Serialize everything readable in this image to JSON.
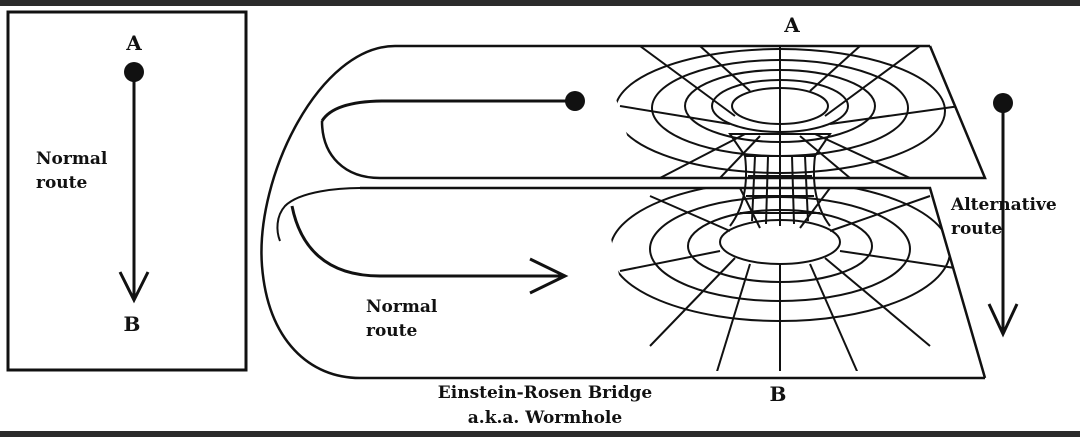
{
  "left_panel": {
    "label_a": "A",
    "label_b": "B",
    "route_label_line1": "Normal",
    "route_label_line2": "route"
  },
  "wormhole": {
    "label_a": "A",
    "label_b": "B",
    "normal_route_line1": "Normal",
    "normal_route_line2": "route",
    "alt_route_line1": "Alternative",
    "alt_route_line2": "route",
    "caption_line1": "Einstein-Rosen Bridge",
    "caption_line2": "a.k.a. Wormhole"
  },
  "colors": {
    "ink": "#111111",
    "background": "#ffffff",
    "frame": "#2b2b2b"
  }
}
